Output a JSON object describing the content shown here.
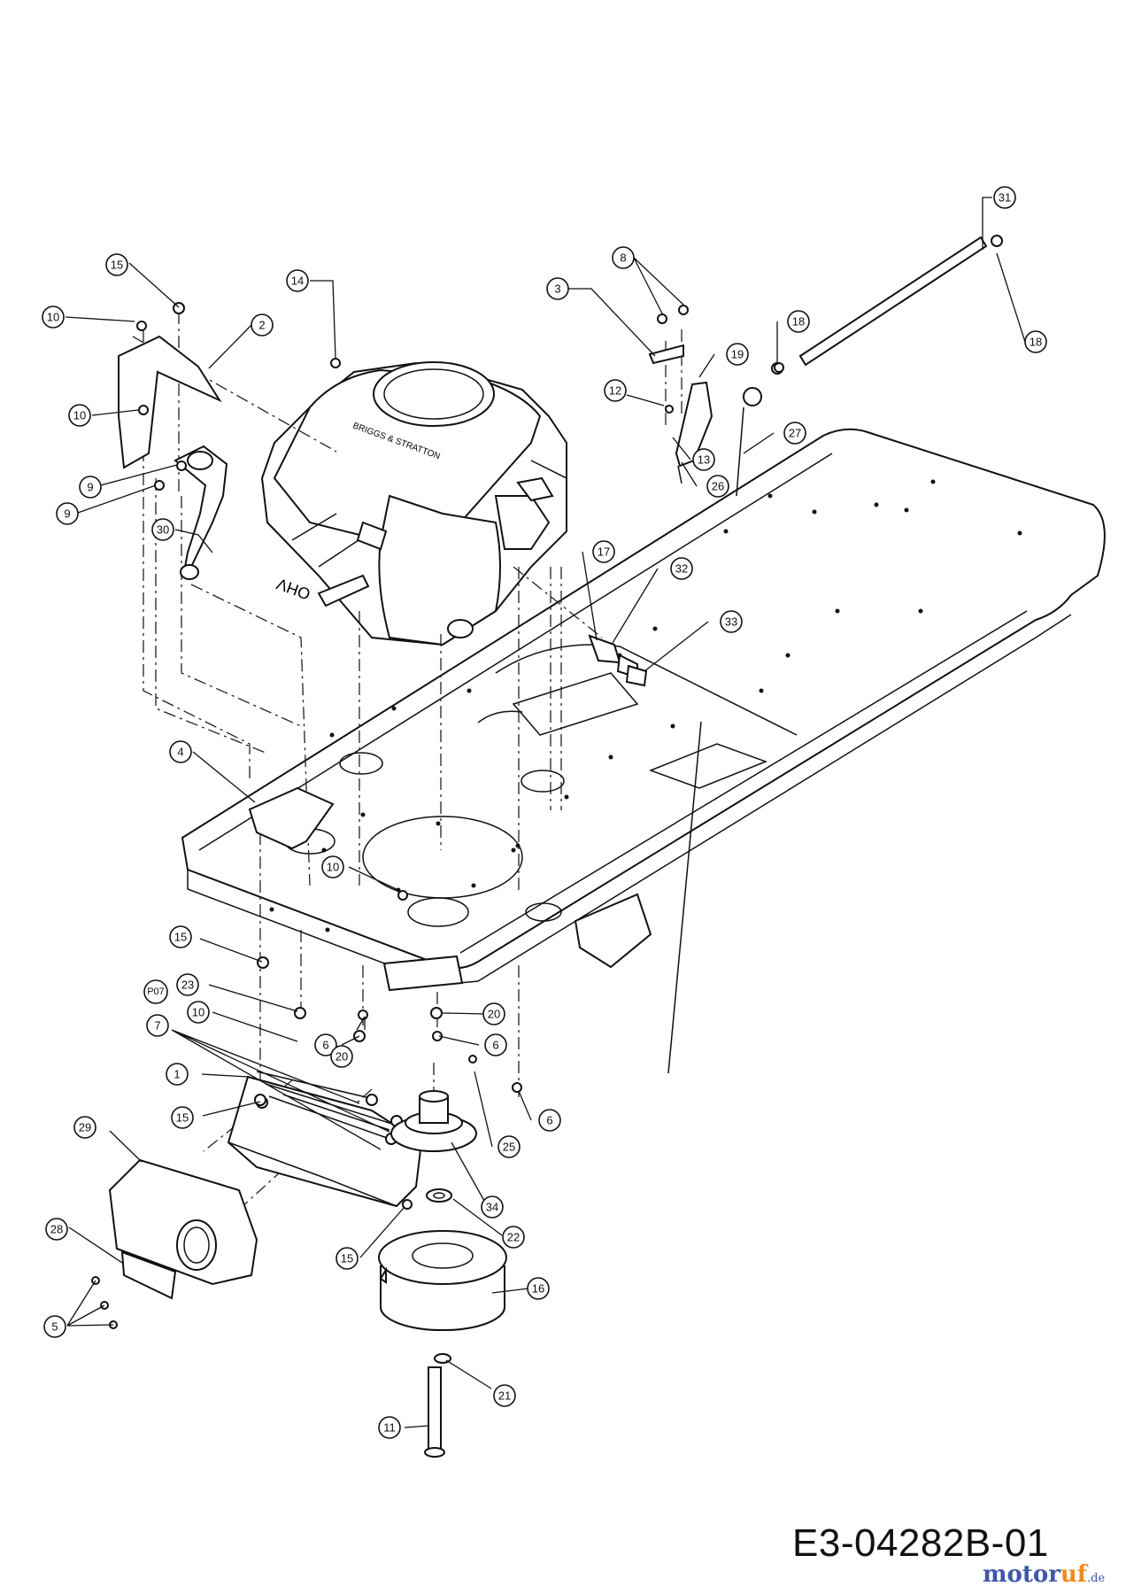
{
  "drawing_code": "E3-04282B-01",
  "watermark": {
    "brand_main": "motor",
    "brand_accent": "uf",
    "brand_suffix": ".de"
  },
  "engine_labels": {
    "cover_brand": "BRIGGS & STRATTON",
    "engine_type": "OHV"
  },
  "callouts": [
    {
      "id": "c-15a",
      "label": "15"
    },
    {
      "id": "c-10a",
      "label": "10"
    },
    {
      "id": "c-2",
      "label": "2"
    },
    {
      "id": "c-10b",
      "label": "10"
    },
    {
      "id": "c-9a",
      "label": "9"
    },
    {
      "id": "c-9b",
      "label": "9"
    },
    {
      "id": "c-30",
      "label": "30"
    },
    {
      "id": "c-14",
      "label": "14"
    },
    {
      "id": "c-8",
      "label": "8"
    },
    {
      "id": "c-3",
      "label": "3"
    },
    {
      "id": "c-31",
      "label": "31"
    },
    {
      "id": "c-18a",
      "label": "18"
    },
    {
      "id": "c-18b",
      "label": "18"
    },
    {
      "id": "c-19",
      "label": "19"
    },
    {
      "id": "c-12",
      "label": "12"
    },
    {
      "id": "c-27",
      "label": "27"
    },
    {
      "id": "c-13",
      "label": "13"
    },
    {
      "id": "c-26",
      "label": "26"
    },
    {
      "id": "c-17",
      "label": "17"
    },
    {
      "id": "c-32",
      "label": "32"
    },
    {
      "id": "c-33",
      "label": "33"
    },
    {
      "id": "c-4",
      "label": "4"
    },
    {
      "id": "c-10c",
      "label": "10"
    },
    {
      "id": "c-15b",
      "label": "15"
    },
    {
      "id": "c-23",
      "label": "23"
    },
    {
      "id": "c-p07",
      "label": "P07"
    },
    {
      "id": "c-10d",
      "label": "10"
    },
    {
      "id": "c-7",
      "label": "7"
    },
    {
      "id": "c-6a",
      "label": "6"
    },
    {
      "id": "c-20a",
      "label": "20"
    },
    {
      "id": "c-20b",
      "label": "20"
    },
    {
      "id": "c-6b",
      "label": "6"
    },
    {
      "id": "c-1",
      "label": "1"
    },
    {
      "id": "c-15c",
      "label": "15"
    },
    {
      "id": "c-6c",
      "label": "6"
    },
    {
      "id": "c-25",
      "label": "25"
    },
    {
      "id": "c-29",
      "label": "29"
    },
    {
      "id": "c-34",
      "label": "34"
    },
    {
      "id": "c-22",
      "label": "22"
    },
    {
      "id": "c-28",
      "label": "28"
    },
    {
      "id": "c-15d",
      "label": "15"
    },
    {
      "id": "c-16",
      "label": "16"
    },
    {
      "id": "c-5",
      "label": "5"
    },
    {
      "id": "c-21",
      "label": "21"
    },
    {
      "id": "c-11",
      "label": "11"
    }
  ]
}
